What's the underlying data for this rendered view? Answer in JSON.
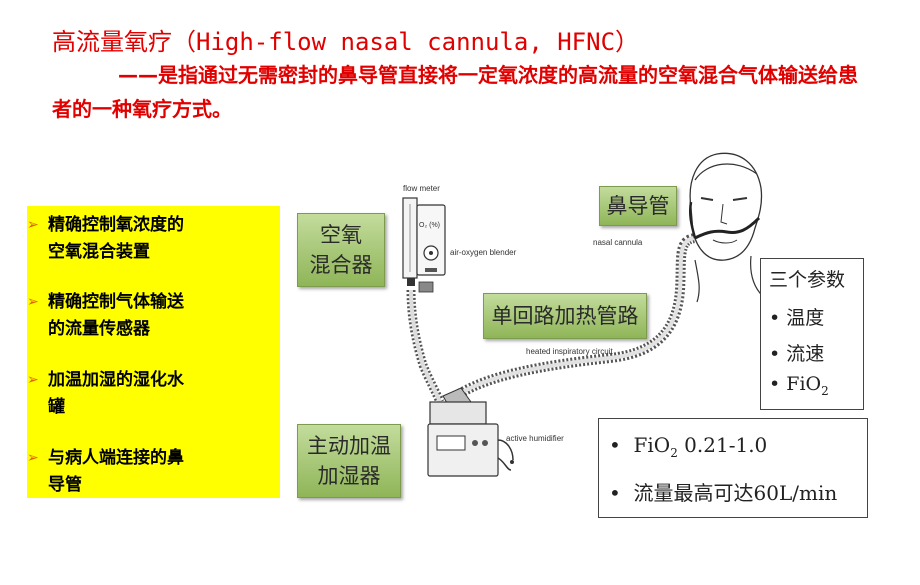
{
  "title": "高流量氧疗（High-flow nasal cannula, HFNC）",
  "subtitle": "——是指通过无需密封的鼻导管直接将一定氧浓度的高流量的空氧混合气体输送给患者的一种氧疗方式。",
  "features": [
    {
      "line1": "精确控制氧浓度的",
      "line2": "空氧混合装置"
    },
    {
      "line1": "精确控制气体输送",
      "line2": "的流量传感器"
    },
    {
      "line1": "加温加湿的湿化水",
      "line2": "罐"
    },
    {
      "line1": "与病人端连接的鼻",
      "line2": "导管"
    }
  ],
  "feature_arrow": "➢",
  "labels": {
    "blender": {
      "line1": "空氧",
      "line2": "混合器"
    },
    "cannula": "鼻导管",
    "circuit": "单回路加热管路",
    "humidifier": {
      "line1": "主动加温",
      "line2": "加湿器"
    }
  },
  "diagram_labels": {
    "flow_meter": "flow meter",
    "air_oxygen_blender": "air-oxygen blender",
    "nasal_cannula": "nasal cannula",
    "heated_circuit": "heated inspiratory circuit",
    "active_humidifier": "active humidifier",
    "o2_label": "O₂ (%)"
  },
  "params": {
    "title": "三个参数",
    "items": [
      "温度",
      "流速"
    ],
    "fio2_prefix": "FiO",
    "fio2_sub": "2",
    "bullet": "•"
  },
  "specs": {
    "fio2_prefix": "FiO",
    "fio2_sub": "2",
    "fio2_value": " 0.21-1.0",
    "flow": "流量最高可达60L/min",
    "bullet": "•"
  },
  "colors": {
    "title_red": "#e00000",
    "panel_yellow": "#ffff00",
    "label_green": "#9bc062",
    "arrow_orange": "#e06000"
  }
}
